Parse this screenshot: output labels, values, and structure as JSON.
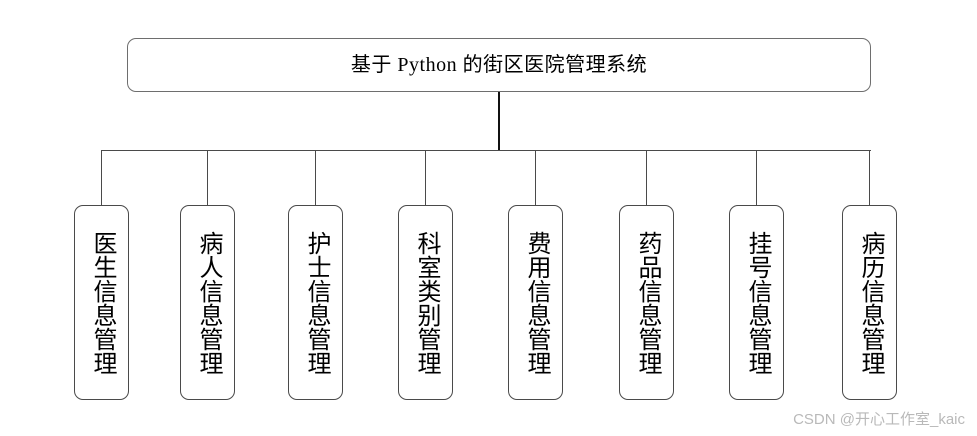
{
  "diagram": {
    "type": "tree",
    "orientation": "top-down",
    "root": {
      "label": "基于 Python 的街区医院管理系统"
    },
    "children": [
      {
        "label": "医生信息管理"
      },
      {
        "label": "病人信息管理"
      },
      {
        "label": "护士信息管理"
      },
      {
        "label": "科室类别管理"
      },
      {
        "label": "费用信息管理"
      },
      {
        "label": "药品信息管理"
      },
      {
        "label": "挂号信息管理"
      },
      {
        "label": "病历信息管理"
      }
    ],
    "colors": {
      "background": "#ffffff",
      "node_border": "#4a4a4a",
      "root_border": "#6e6e6e",
      "connector": "#2b2b2b",
      "text": "#000000",
      "watermark": "#b9b9b9"
    }
  },
  "watermark": {
    "text": "CSDN @开心工作室_kaic"
  }
}
